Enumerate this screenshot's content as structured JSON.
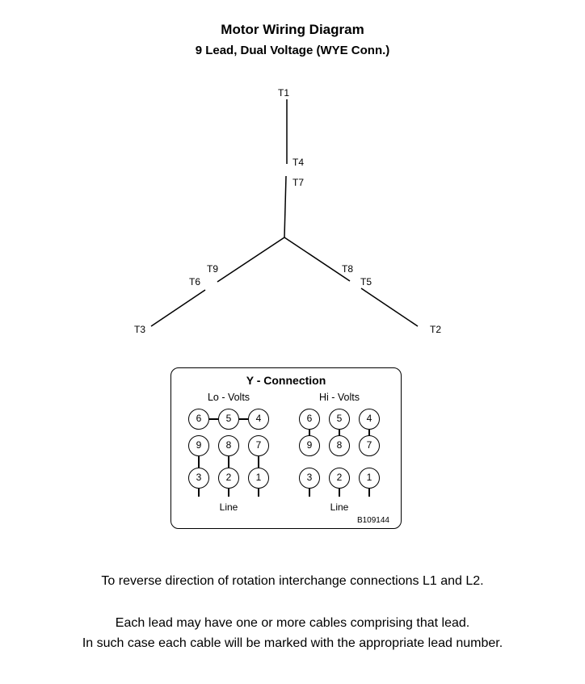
{
  "page": {
    "title": "Motor Wiring Diagram",
    "subtitle": "9 Lead, Dual Voltage (WYE Conn.)"
  },
  "wye_diagram": {
    "labels": {
      "t1": "T1",
      "t4": "T4",
      "t7": "T7",
      "t9": "T9",
      "t6": "T6",
      "t3": "T3",
      "t8": "T8",
      "t5": "T5",
      "t2": "T2"
    },
    "line_color": "#000000"
  },
  "connection_box": {
    "title": "Y - Connection",
    "lo": {
      "label": "Lo - Volts",
      "rows": [
        [
          "6",
          "5",
          "4"
        ],
        [
          "9",
          "8",
          "7"
        ],
        [
          "3",
          "2",
          "1"
        ]
      ],
      "line_label": "Line"
    },
    "hi": {
      "label": "Hi - Volts",
      "rows": [
        [
          "6",
          "5",
          "4"
        ],
        [
          "9",
          "8",
          "7"
        ],
        [
          "3",
          "2",
          "1"
        ]
      ],
      "line_label": "Line"
    },
    "figure_number": "B109144"
  },
  "notes": {
    "note1": "To reverse direction of rotation interchange connections L1 and L2.",
    "note2": "Each lead may have one or more cables comprising that lead.",
    "note3": "In such case each cable will be marked with the appropriate lead number."
  }
}
